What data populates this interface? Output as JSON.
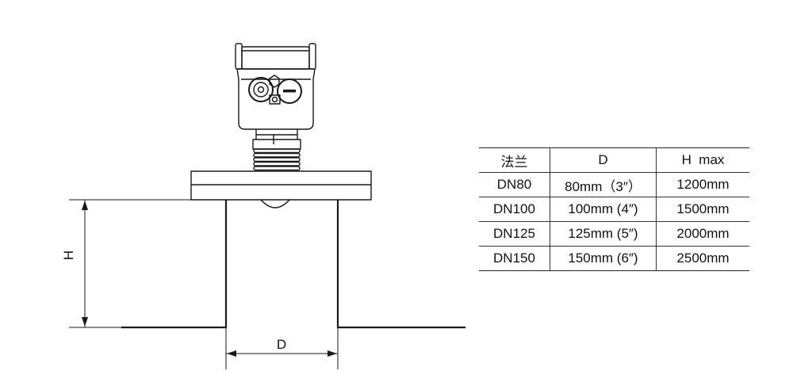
{
  "diagram": {
    "label_h": "H",
    "label_d": "D"
  },
  "table": {
    "headers": [
      "法兰",
      "D",
      "H  max"
    ],
    "rows": [
      [
        "DN80",
        "80mm（3″）",
        "1200mm"
      ],
      [
        "DN100",
        "100mm (4″)",
        "1500mm"
      ],
      [
        "DN125",
        "125mm (5″)",
        "2000mm"
      ],
      [
        "DN150",
        "150mm (6″)",
        "2500mm"
      ]
    ]
  }
}
